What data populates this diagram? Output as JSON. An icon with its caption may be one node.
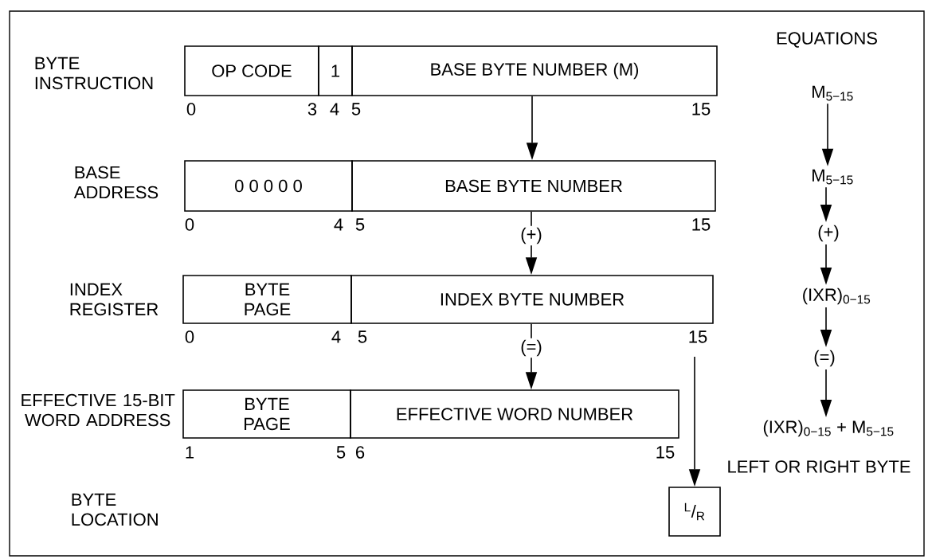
{
  "diagram": {
    "nodes": [
      {
        "text": [
          "OP CODE"
        ]
      },
      {
        "text": [
          "1"
        ]
      },
      {
        "text": [
          "BASE BYTE NUMBER (M)"
        ]
      },
      {
        "text": [
          "0 0 0 0 0"
        ]
      },
      {
        "text": [
          "BASE BYTE NUMBER"
        ]
      },
      {
        "text": [
          "BYTE PAGE"
        ]
      },
      {
        "text": [
          "INDEX BYTE NUMBER"
        ]
      },
      {
        "text": [
          "BYTE PAGE"
        ]
      },
      {
        "text": [
          "EFFECTIVE WORD NUMBER"
        ]
      },
      {
        "text": [
          "$^{L}$/$_{R}$"
        ]
      },
      {
        "text": [
          "M$_{5−15}$"
        ]
      },
      {
        "text": [
          "M$_{5−15}$"
        ]
      },
      {
        "text": [
          "(+)"
        ]
      },
      {
        "text": [
          "(IXR)$_{0−15}$"
        ]
      },
      {
        "text": [
          "(=)"
        ]
      },
      {
        "text": [
          "(IXR)$_{0−15}$ + M$_{5−15}$"
        ]
      }
    ],
    "edges": [
      {
        "from": 2,
        "to": 4,
        "arrow": "to"
      },
      {
        "from": 4,
        "to": 6,
        "arrow": "to",
        "label": "(+)"
      },
      {
        "from": 6,
        "to": 8,
        "arrow": "to",
        "label": "(=)"
      },
      {
        "from": null,
        "to": 9,
        "arrow": "to"
      },
      {
        "from": 10,
        "to": 11,
        "arrow": "to"
      },
      {
        "from": 11,
        "to": 12,
        "arrow": "to"
      },
      {
        "from": 12,
        "to": 13,
        "arrow": "to"
      },
      {
        "from": 13,
        "to": 14,
        "arrow": "to"
      },
      {
        "from": 14,
        "to": 15,
        "arrow": "to"
      }
    ],
    "labels": [
      "BYTE INSTRUCTION",
      "0",
      "3",
      "4",
      "5",
      "15",
      "EQUATIONS",
      "BASE ADDRESS",
      "0",
      "4",
      "5",
      "15",
      "INDEX REGISTER",
      "0",
      "4",
      "5",
      "15",
      "EFFECTIVE 15-BIT WORD ADDRESS",
      "1",
      "5",
      "6",
      "15",
      "LEFT OR RIGHT BYTE",
      "BYTE LOCATION"
    ]
  }
}
